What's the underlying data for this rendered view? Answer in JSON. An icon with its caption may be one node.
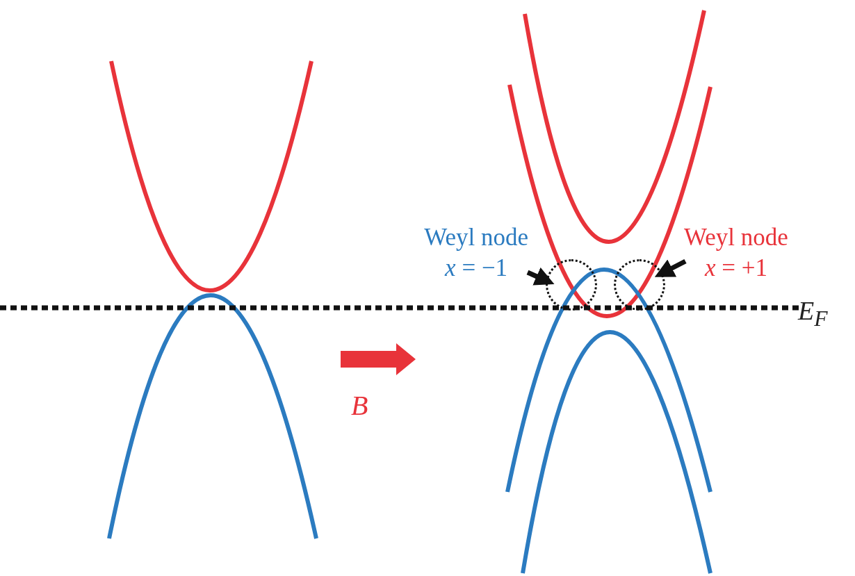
{
  "diagram": {
    "nodes": [
      {
        "text": [
          "Weyl node",
          "*x* = −1"
        ]
      },
      {
        "text": [],
        "shape": "circle"
      },
      {
        "text": [],
        "shape": "circle"
      },
      {
        "text": [
          "Weyl node",
          "*x* = +1"
        ]
      }
    ],
    "edges": [
      {
        "from": 0,
        "to": 1,
        "arrow": "to"
      },
      {
        "from": 3,
        "to": 2,
        "arrow": "to"
      }
    ],
    "labels": [
      "*E*$_{F}$",
      "B"
    ]
  }
}
